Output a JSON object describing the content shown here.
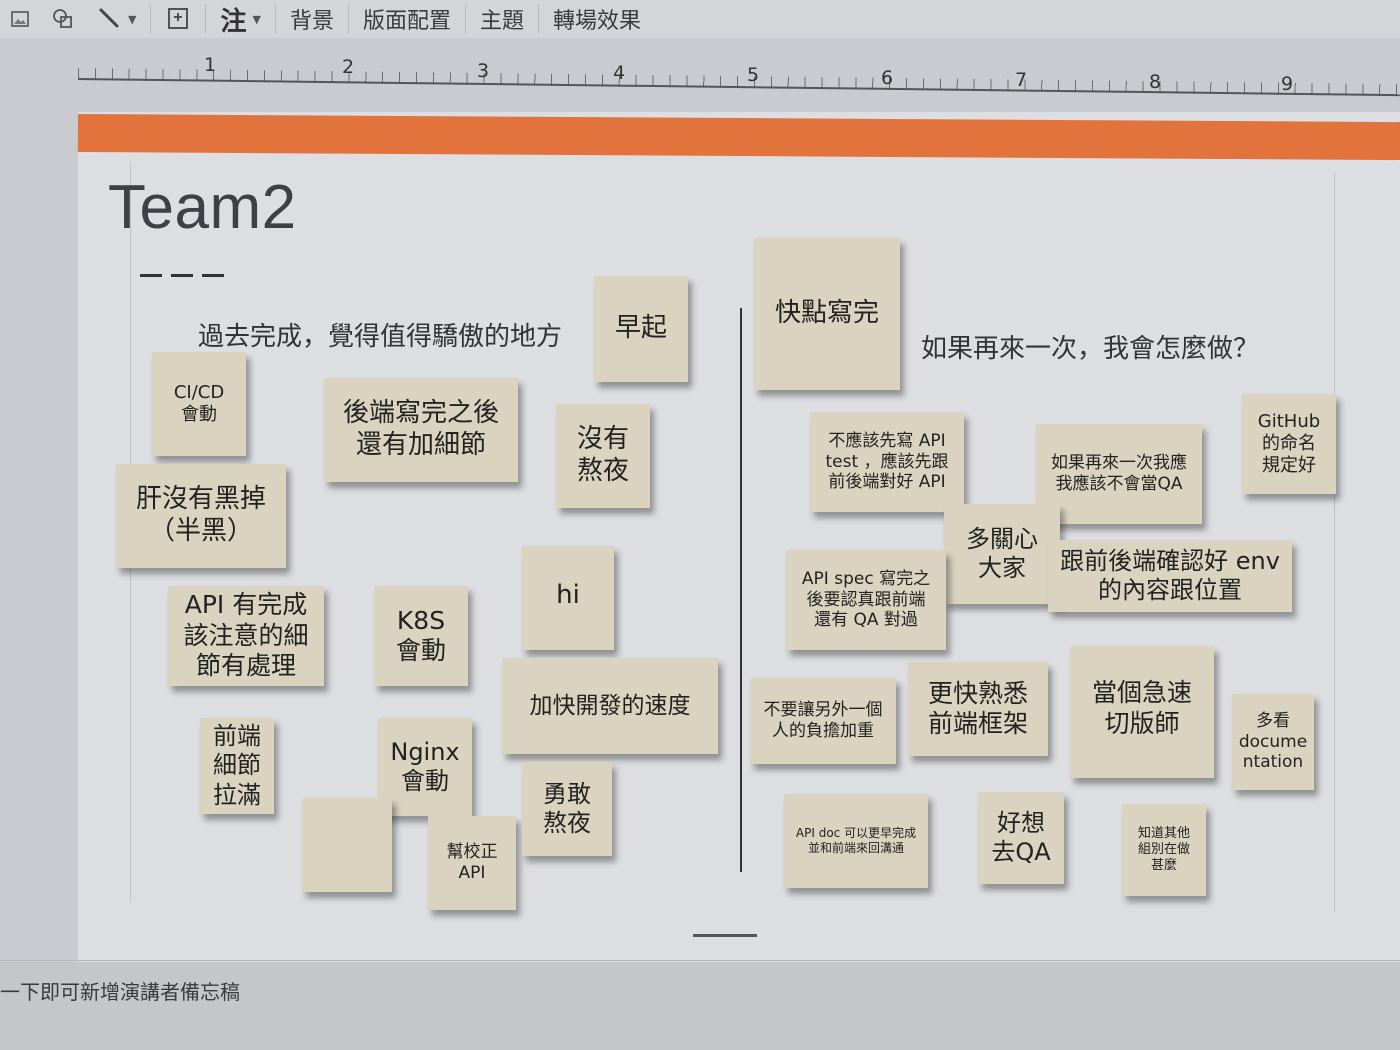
{
  "toolbar": {
    "items": [
      {
        "icon": "image-icon"
      },
      {
        "icon": "shape-icon"
      },
      {
        "icon": "line-icon",
        "has_dropdown": true
      },
      {
        "icon": "insert-textbox-icon"
      },
      {
        "label": "注",
        "has_dropdown": true
      },
      {
        "label": "背景"
      },
      {
        "label": "版面配置"
      },
      {
        "label": "主題"
      },
      {
        "label": "轉場效果"
      }
    ],
    "comment_label": "注",
    "background_label": "背景",
    "layout_label": "版面配置",
    "theme_label": "主題",
    "transition_label": "轉場效果"
  },
  "ruler": {
    "numbers": [
      "1",
      "2",
      "3",
      "4",
      "5",
      "6",
      "7",
      "8",
      "9"
    ]
  },
  "slide": {
    "accent_color": "#e3733c",
    "note_color": "#d9d3bf",
    "title": "Team2",
    "left_heading": "過去完成，覺得值得驕傲的地方",
    "right_heading": "如果再來一次，我會怎麼做？",
    "left_notes": [
      {
        "text": "早起"
      },
      {
        "text": "CI/CD\n會動"
      },
      {
        "text": "後端寫完之後\n還有加細節"
      },
      {
        "text": "沒有\n熬夜"
      },
      {
        "text": "肝沒有黑掉\n（半黑）"
      },
      {
        "text": "hi"
      },
      {
        "text": "API 有完成\n該注意的細\n節有處理"
      },
      {
        "text": "K8S\n會動"
      },
      {
        "text": "加快開發的速度"
      },
      {
        "text": "前端\n細節\n拉滿"
      },
      {
        "text": "Nginx\n會動"
      },
      {
        "text": ""
      },
      {
        "text": "幫校正\nAPI"
      },
      {
        "text": "勇敢\n熬夜"
      }
    ],
    "right_notes": [
      {
        "text": "快點寫完"
      },
      {
        "text": "不應該先寫 API\ntest ，應該先跟\n前後端對好 API"
      },
      {
        "text": "如果再來一次我應\n我應該不會當QA"
      },
      {
        "text": "GitHub\n的命名\n規定好"
      },
      {
        "text": "多關心\n大家"
      },
      {
        "text": "API spec 寫完之\n後要認真跟前端\n還有 QA 對過"
      },
      {
        "text": "跟前後端確認好 env\n的內容跟位置"
      },
      {
        "text": "不要讓另外一個\n人的負擔加重"
      },
      {
        "text": "更快熟悉\n前端框架"
      },
      {
        "text": "當個急速\n切版師"
      },
      {
        "text": "多看\ndocume\nntation"
      },
      {
        "text": "API doc 可以更早完成\n並和前端來回溝通"
      },
      {
        "text": "好想\n去QA"
      },
      {
        "text": "知道其他\n組別在做\n甚麼"
      }
    ]
  },
  "speaker_notes": {
    "placeholder": "一下即可新增演講者備忘稿"
  }
}
